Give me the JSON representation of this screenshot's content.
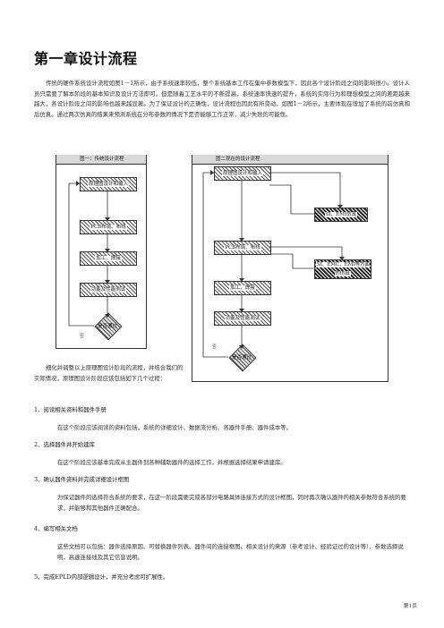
{
  "title": "第一章设计流程",
  "intro": "传统的硬件系统设计流程如图1－1所示，由于系统速率较低，整个系统基本工作在集中参数模型下，因此各个设计阶段之间的影响很小。设计人员只需要了解本阶段的基本知识及设计方法即可。但是随着工艺水平的不断提高，系统速率快速的提升，系统的实际行为和理想模型之间的差距越来越大，各设计阶段之间的影响也越来越显著。为了保证设计的正确性，设计流程也因此有所变动，如图1－2所示，主要体现在增加了系统的前仿真和后仿真。通过两次仿真的结果来预测系统在分布参数的情况下是否能够工作正常，减少失败的可能性。",
  "fig1": {
    "title": "图一：传统设计流程",
    "steps": [
      "原理图设计和输入",
      "PCB布局、布线",
      "加工、焊接",
      "功能及性能测试"
    ],
    "decision": "是否通过",
    "no": "否"
  },
  "fig2": {
    "title": "图二现在的设计流程",
    "steps": [
      "原理图设计和输入",
      "PCB布局、布线",
      "加工、焊接",
      "功能及性能测试"
    ],
    "sim1": "SI、EMI仿真",
    "sim2": "SI、EMC、EMI等方面的仿真",
    "decision": "是否通过",
    "no": "否"
  },
  "side_text": "细化并调整以上原理图设计阶段的流程，并结合我们的实际情况，原理图设计阶段应该包括如下几个过程：",
  "items": [
    {
      "head": "1、阅读相关资料和器件手册",
      "body": "在这个阶段应该阅读的资料包括，系统的详细设计、数据流分析、各器件手册、器件成本等。"
    },
    {
      "head": "2、选择器件并开始建库",
      "body": "在这个阶段应该基本完成从主器件到各种辅助器件的选择工作，并根据选择结果申请建库。"
    },
    {
      "head": "3、确认器件资料并完成详细设计框图",
      "body": "为保证器件的选择符合系统的要求，在这一阶段需要完成各部分电路具体连接方式的设计框图，同时再次确认器件的相关参数符合系统的要求，并能够和其他器件正确配合。"
    },
    {
      "head": "4、编写相关文档",
      "body": "这些文档可以包括：器件选择原因、可替换器件列表、器件间的连接框图、相关设计的来源（参考设计、经验证过的设计等），参数选择说明，高速连接线及其它信息说明。"
    },
    {
      "head": "5、完成EPLD内部逻辑设计，并充分考虑可扩展性。",
      "body": ""
    }
  ],
  "footer": "第1页"
}
